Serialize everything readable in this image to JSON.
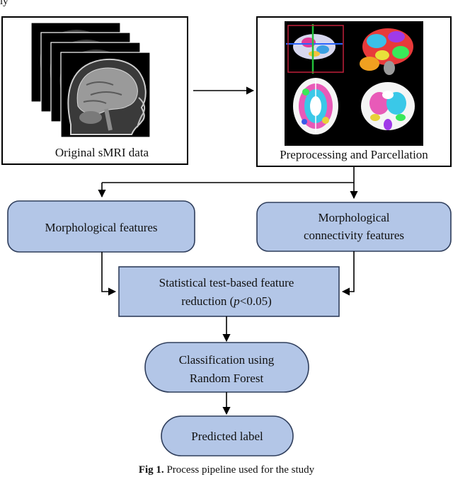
{
  "top_fragment": "ly",
  "panels": {
    "left": {
      "caption": "Original sMRI data"
    },
    "right": {
      "caption": "Preprocessing and Parcellation"
    }
  },
  "nodes": {
    "morph": {
      "lines": [
        "Morphological features"
      ]
    },
    "conn": {
      "lines": [
        "Morphological",
        "connectivity features"
      ]
    },
    "stat_line1": "Statistical test-based feature",
    "stat_line2_pre": "reduction (",
    "stat_line2_p": "p",
    "stat_line2_post": "<0.05)",
    "classify": {
      "lines": [
        "Classification using",
        "Random Forest"
      ]
    },
    "predict": {
      "lines": [
        "Predicted label"
      ]
    }
  },
  "figure_caption": {
    "label": "Fig 1.",
    "text": "Process pipeline used for the study"
  },
  "colors": {
    "node_fill": "#b3c6e7",
    "node_stroke": "#2f3e5c",
    "arrow": "#000000",
    "panel_border": "#000000"
  }
}
